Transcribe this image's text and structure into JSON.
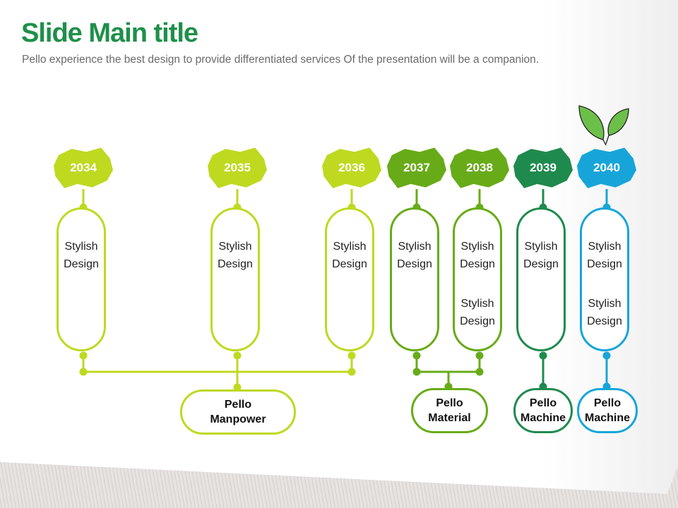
{
  "title": "Slide Main title",
  "subtitle": "Pello experience the best design to provide differentiated services Of the presentation will be a companion.",
  "colors": {
    "lime": "#bfd920",
    "green": "#68ab18",
    "dark_green": "#1f8a4e",
    "blue": "#17a5d9"
  },
  "columns": [
    {
      "year": "2034",
      "items": [
        "Stylish Design"
      ]
    },
    {
      "year": "2035",
      "items": [
        "Stylish Design"
      ]
    },
    {
      "year": "2036",
      "items": [
        "Stylish Design"
      ]
    },
    {
      "year": "2037",
      "items": [
        "Stylish Design"
      ]
    },
    {
      "year": "2038",
      "items": [
        "Stylish Design",
        "Stylish Design"
      ]
    },
    {
      "year": "2039",
      "items": [
        "Stylish Design"
      ]
    },
    {
      "year": "2040",
      "items": [
        "Stylish Design",
        "Stylish Design"
      ]
    }
  ],
  "groups": [
    {
      "line1": "Pello",
      "line2": "Manpower"
    },
    {
      "line1": "Pello",
      "line2": "Material"
    },
    {
      "line1": "Pello",
      "line2": "Machine"
    },
    {
      "line1": "Pello",
      "line2": "Machine"
    }
  ]
}
